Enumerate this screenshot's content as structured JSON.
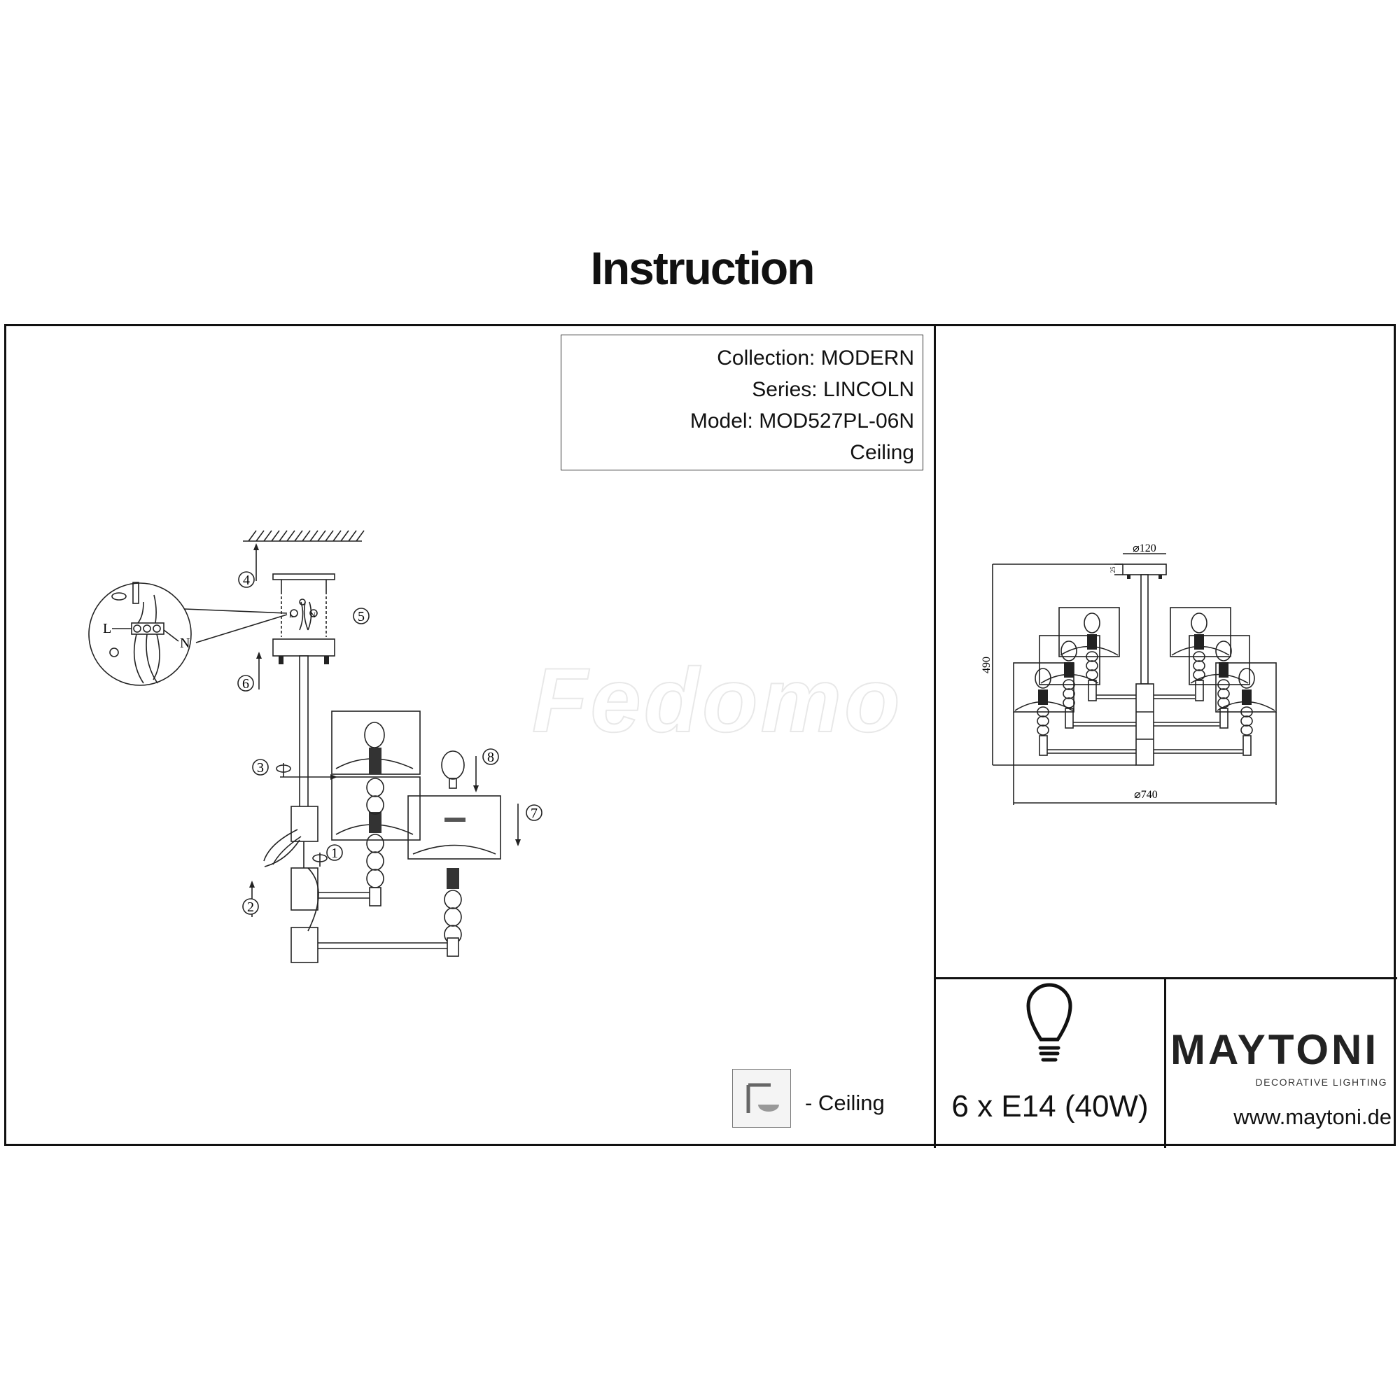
{
  "title": "Instruction",
  "info": {
    "collection": "Collection: MODERN",
    "series": "Series: LINCOLN",
    "model": "Model: MOD527PL-06N",
    "type": "Ceiling"
  },
  "watermark": "Fedomo",
  "assembly": {
    "steps": [
      "1",
      "2",
      "3",
      "4",
      "5",
      "6",
      "7",
      "8"
    ],
    "wire_labels": {
      "live": "L",
      "neutral": "N",
      "live_small": "L",
      "neutral_small": "N"
    }
  },
  "dimensions": {
    "canopy_diameter": "⌀120",
    "canopy_height": "25",
    "height": "490",
    "diameter": "⌀740"
  },
  "mounting": {
    "icon": "ceiling-mount-icon",
    "label": "- Ceiling"
  },
  "bulb": {
    "icon": "light-bulb-icon",
    "spec": "6 x E14 (40W)"
  },
  "brand": {
    "name": "MAYTONI",
    "tagline": "DECORATIVE LIGHTING",
    "url": "www.maytoni.de"
  }
}
